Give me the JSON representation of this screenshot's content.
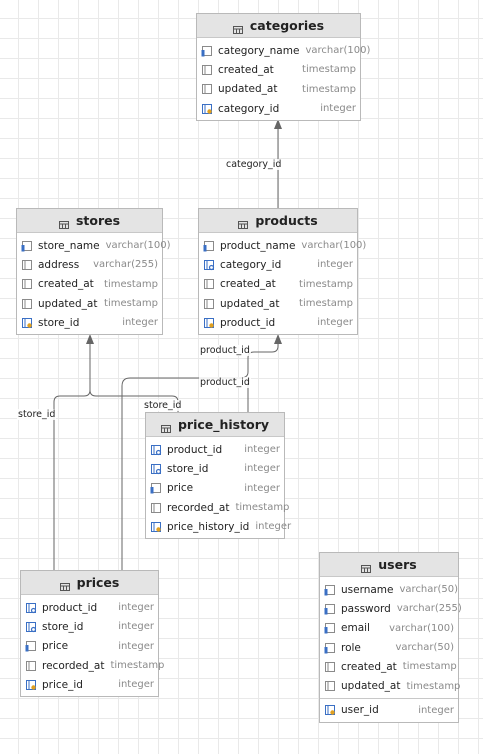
{
  "tables": {
    "categories": {
      "name": "categories",
      "columns": [
        {
          "name": "category_name",
          "type": "varchar(100)",
          "icon": "text-column-icon"
        },
        {
          "name": "created_at",
          "type": "timestamp",
          "icon": "column-icon"
        },
        {
          "name": "updated_at",
          "type": "timestamp",
          "icon": "column-icon"
        },
        {
          "name": "category_id",
          "type": "integer",
          "icon": "primary-key-icon"
        }
      ]
    },
    "stores": {
      "name": "stores",
      "columns": [
        {
          "name": "store_name",
          "type": "varchar(100)",
          "icon": "text-column-icon"
        },
        {
          "name": "address",
          "type": "varchar(255)",
          "icon": "column-icon"
        },
        {
          "name": "created_at",
          "type": "timestamp",
          "icon": "column-icon"
        },
        {
          "name": "updated_at",
          "type": "timestamp",
          "icon": "column-icon"
        },
        {
          "name": "store_id",
          "type": "integer",
          "icon": "primary-key-icon"
        }
      ]
    },
    "products": {
      "name": "products",
      "columns": [
        {
          "name": "product_name",
          "type": "varchar(100)",
          "icon": "text-column-icon"
        },
        {
          "name": "category_id",
          "type": "integer",
          "icon": "foreign-key-icon"
        },
        {
          "name": "created_at",
          "type": "timestamp",
          "icon": "column-icon"
        },
        {
          "name": "updated_at",
          "type": "timestamp",
          "icon": "column-icon"
        },
        {
          "name": "product_id",
          "type": "integer",
          "icon": "primary-key-icon"
        }
      ]
    },
    "price_history": {
      "name": "price_history",
      "columns": [
        {
          "name": "product_id",
          "type": "integer",
          "icon": "foreign-key-icon"
        },
        {
          "name": "store_id",
          "type": "integer",
          "icon": "foreign-key-icon"
        },
        {
          "name": "price",
          "type": "integer",
          "icon": "text-column-icon"
        },
        {
          "name": "recorded_at",
          "type": "timestamp",
          "icon": "column-icon"
        },
        {
          "name": "price_history_id",
          "type": "integer",
          "icon": "primary-key-icon"
        }
      ]
    },
    "prices": {
      "name": "prices",
      "columns": [
        {
          "name": "product_id",
          "type": "integer",
          "icon": "foreign-key-icon"
        },
        {
          "name": "store_id",
          "type": "integer",
          "icon": "foreign-key-icon"
        },
        {
          "name": "price",
          "type": "integer",
          "icon": "text-column-icon"
        },
        {
          "name": "recorded_at",
          "type": "timestamp",
          "icon": "column-icon"
        },
        {
          "name": "price_id",
          "type": "integer",
          "icon": "primary-key-icon"
        }
      ]
    },
    "users": {
      "name": "users",
      "columns": [
        {
          "name": "username",
          "type": "varchar(50)",
          "icon": "text-column-icon"
        },
        {
          "name": "password",
          "type": "varchar(255)",
          "icon": "text-column-icon"
        },
        {
          "name": "email",
          "type": "varchar(100)",
          "icon": "text-column-icon"
        },
        {
          "name": "role",
          "type": "varchar(50)",
          "icon": "text-column-icon"
        },
        {
          "name": "created_at",
          "type": "timestamp",
          "icon": "column-icon"
        },
        {
          "name": "updated_at",
          "type": "timestamp",
          "icon": "column-icon"
        }
      ],
      "pk_columns": [
        {
          "name": "user_id",
          "type": "integer",
          "icon": "primary-key-icon"
        }
      ]
    }
  },
  "relations": {
    "products_category": {
      "label": "category_id"
    },
    "price_history_product": {
      "label": "product_id"
    },
    "prices_product": {
      "label": "product_id"
    },
    "price_history_store": {
      "label": "store_id"
    },
    "prices_store": {
      "label": "store_id"
    }
  },
  "colors": {
    "grid": "#e9e9e9",
    "header": "#e4e4e4",
    "border": "#b9b9b9",
    "icon_blue": "#3a6fc4",
    "icon_orange": "#e0a020",
    "type_text": "#8a8a8a",
    "line": "#666666"
  }
}
